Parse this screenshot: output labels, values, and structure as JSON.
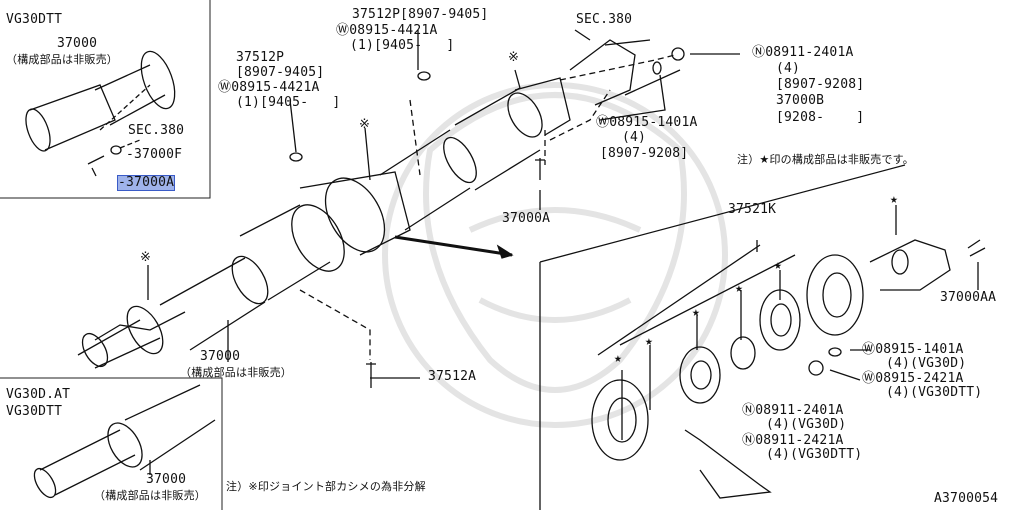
{
  "colors": {
    "ink": "#111111",
    "highlight": "#9fb3ea",
    "watermark": "#e6e6e6"
  },
  "insets": {
    "top": {
      "title": "VG30DTT",
      "part": "37000",
      "note": "（構成部品は非販売）",
      "sec": "SEC.380",
      "bolt": "37000F",
      "screw": "37000A"
    },
    "bottom": {
      "title_line1": "VG30D.AT",
      "title_line2": "VG30DTT",
      "part": "37000",
      "note": "（構成部品は非販売）"
    }
  },
  "labels": {
    "p37512p_top": "37512P[8907-9405]",
    "w08915_top": "08915-4421A",
    "w08915_top_qty": "(1)[9405-   ]",
    "sec380": "SEC.380",
    "n08911_2401a": "08911-2401A",
    "n08911_2401a_qty": "(4)",
    "n08911_2401a_date": "[8907-9208]",
    "p37000b": "37000B",
    "p37000b_date": "[9208-    ]",
    "w08915_1401a": "08915-1401A",
    "w08915_1401a_qty": "(4)",
    "w08915_1401a_date": "[8907-9208]",
    "p37512p_left": "37512P",
    "p37512p_left_date": "[8907-9405]",
    "w08915_left": "08915-4421A",
    "w08915_left_qty": "(1)[9405-   ]",
    "p37000a_mid": "37000A",
    "p37000_main": "37000",
    "p37000_main_note": "（構成部品は非販売）",
    "p37512a": "37512A",
    "footnote_joint": "注）※印ジョイント部カシメの為非分解",
    "note_star": "注）★印の構成部品は非販売です。",
    "p37521k": "37521K",
    "p37000aa": "37000AA",
    "w08915_1401a_r": "08915-1401A",
    "w08915_1401a_r_qty": "(4)(VG30D)",
    "w08915_2421a_r": "08915-2421A",
    "w08915_2421a_r_qty": "(4)(VG30DTT)",
    "n08911_2401a_r": "08911-2401A",
    "n08911_2401a_r_qty": "(4)(VG30D)",
    "n08911_2421a_r": "08911-2421A",
    "n08911_2421a_r_qty": "(4)(VG30DTT)",
    "figure_id": "A3700054"
  },
  "symbols": {
    "washer_mark": "W",
    "nut_mark": "N",
    "joint_mark": "※",
    "star_mark": "★"
  }
}
